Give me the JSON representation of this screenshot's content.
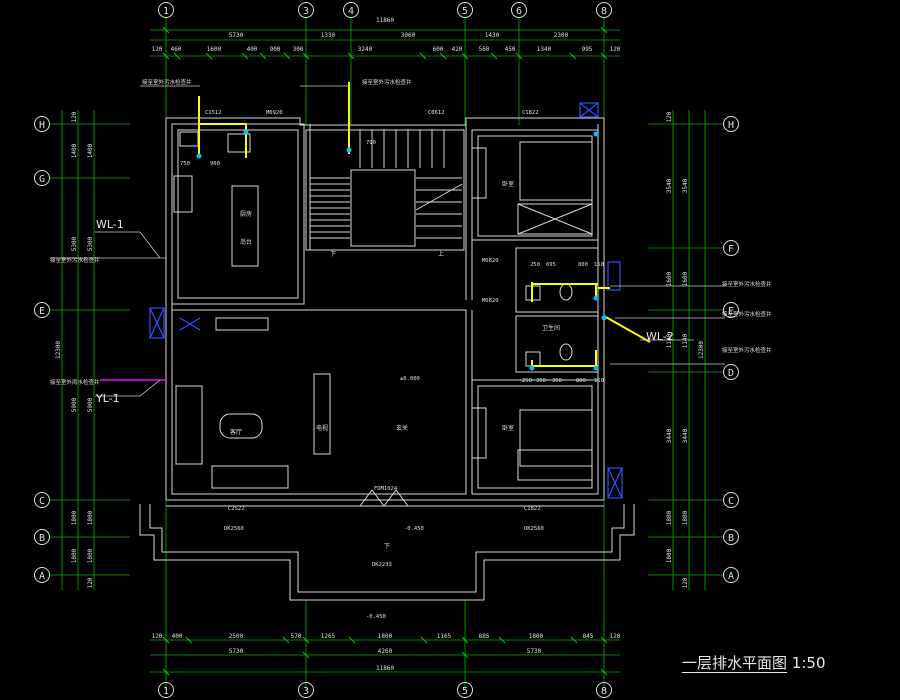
{
  "colors": {
    "bg": "#000000",
    "axis": "#00c800",
    "wall": "#d8d8d8",
    "dim": "#00c000",
    "pipe": "#ffff00",
    "tag": "#ff00ff",
    "blue": "#3050ff",
    "text": "#e0e0e0"
  },
  "axes_top": [
    "1",
    "3",
    "4",
    "5",
    "6",
    "8"
  ],
  "axes_bottom": [
    "1",
    "3",
    "5",
    "8"
  ],
  "axes_left": [
    "H",
    "G",
    "E",
    "C",
    "B",
    "A"
  ],
  "axes_right": [
    "H",
    "F",
    "E",
    "D",
    "C",
    "B",
    "A"
  ],
  "dims": {
    "top_total": "11860",
    "top_row1": [
      "5730",
      "1330",
      "3060",
      "1430",
      "2300"
    ],
    "top_row2": [
      "120",
      "460",
      "1600",
      "400",
      "900",
      "300",
      "3240",
      "600",
      "420",
      "560",
      "450",
      "1340",
      "995",
      "120"
    ],
    "bottom_total": "11860",
    "bottom_row1": [
      "5730",
      "4260",
      "5730"
    ],
    "bottom_row2": [
      "120",
      "400",
      "2500",
      "570",
      "1265",
      "1800",
      "1165",
      "885",
      "1800",
      "845",
      "120"
    ],
    "left_outer": "12300",
    "left_row": [
      "120",
      "1400",
      "1400",
      "5300",
      "5300",
      "5900",
      "5900",
      "1800",
      "1800",
      "1800",
      "1800",
      "120"
    ],
    "right_outer": "12300",
    "right_row": [
      "120",
      "3540",
      "3540",
      "1600",
      "1600",
      "1140",
      "1140",
      "3440",
      "3440",
      "1800",
      "1800",
      "1800",
      "120"
    ]
  },
  "labels": {
    "wl1": "WL-1",
    "yl1": "YL-1",
    "wl2": "WL-2",
    "c1512": "C1512",
    "c0612": "C0612",
    "c1822": "C1822",
    "c2522": "C2522",
    "c1822b": "C1822",
    "m0920": "M0920",
    "m0820": "M0820",
    "m0820b": "M0820",
    "fdm": "FDM1024",
    "dk": "DK2560",
    "dk2": "DK2560",
    "dk3": "DK2233",
    "kitchen": "厨房",
    "island": "岛台",
    "living": "客厅",
    "hall": "玄关",
    "tv": "电视",
    "bedroom1": "卧室",
    "bedroom2": "卧室",
    "bath": "卫生间",
    "down1": "下",
    "up": "上",
    "down2": "下",
    "pm0": "±0.000",
    "pm1": "-0.450",
    "pm2": "-0.450",
    "note_top_left": "接至室外污水检查井",
    "note_top_mid": "接至室外污水检查井",
    "note_left": "接至室外污水检查井",
    "note_left2": "接至室外雨水检查井",
    "note_right1": "接至室外污水检查井",
    "note_right2": "接至室外污水检查井",
    "note_right3": "接至室外污水检查井",
    "d750": "750",
    "d900": "900",
    "d790": "790",
    "b1": "250",
    "b2": "695",
    "b3": "800",
    "b4": "150",
    "b5": "250",
    "b6": "350",
    "b7": "350",
    "b8": "800",
    "b9": "150"
  },
  "title": {
    "main": "一层排水平面图",
    "scale": "1:50"
  }
}
